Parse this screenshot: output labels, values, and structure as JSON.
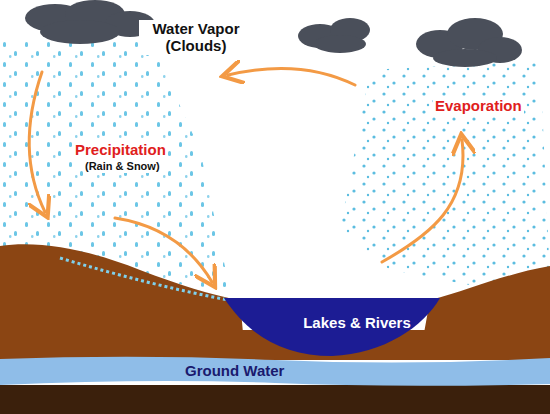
{
  "diagram": {
    "nodes": [
      {
        "text": [
          "Lakes & Rivers"
        ]
      },
      {
        "text": [
          "Ground Water"
        ]
      }
    ],
    "labels": [
      "Water Vapor (Clouds)",
      "Precipitation",
      "(Rain & Snow)",
      "Evaporation"
    ]
  }
}
